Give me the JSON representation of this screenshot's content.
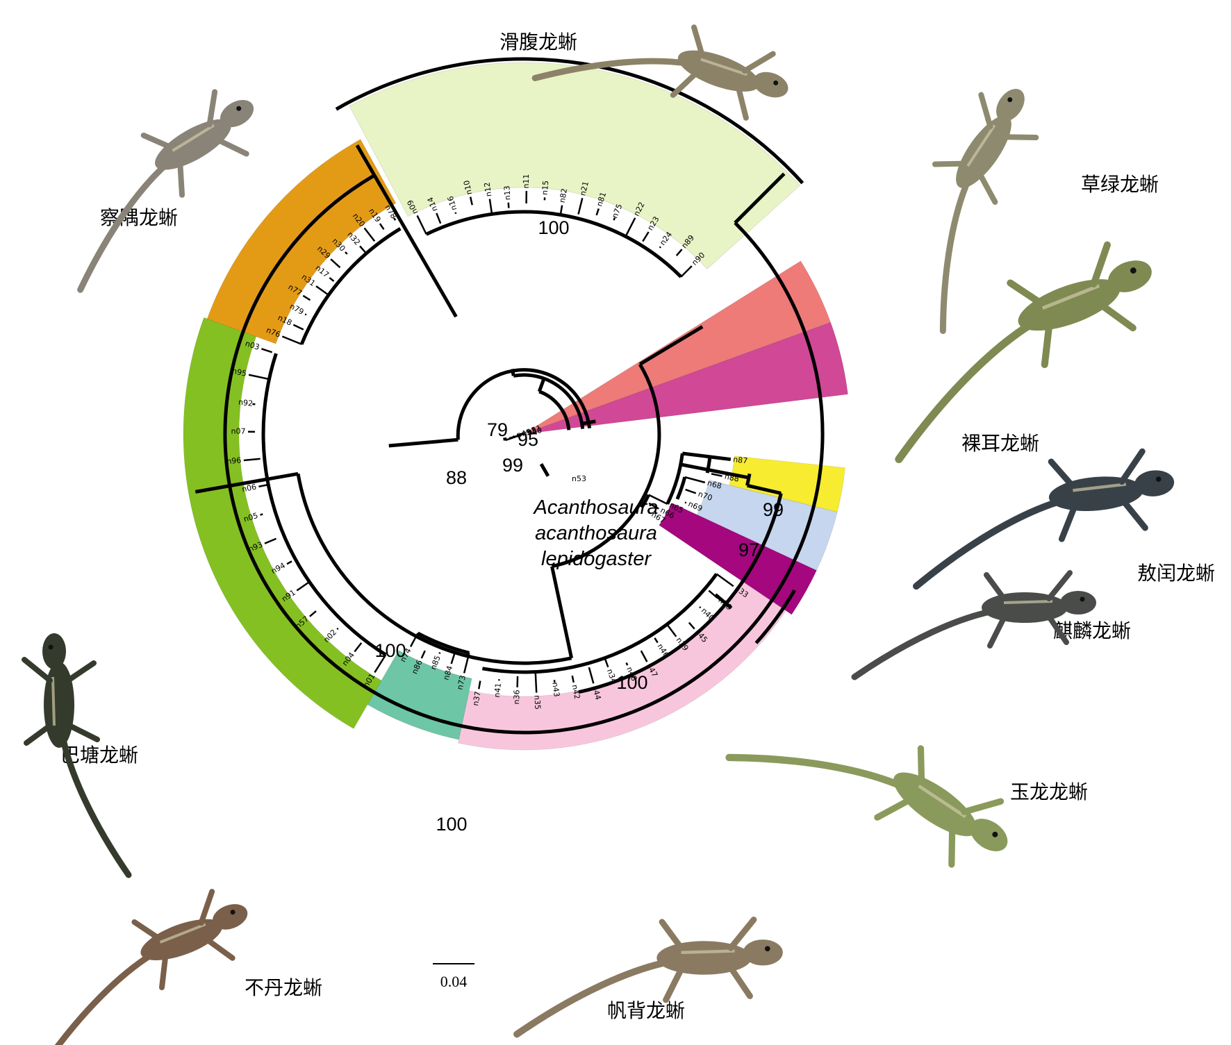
{
  "figure": {
    "outgroup_lines": [
      "Acanthosaura",
      "acanthosaura",
      "lepidogaster"
    ],
    "scale_bar_label": "0.04"
  },
  "clades": [
    {
      "name": "滑腹龙蜥",
      "color": "#e8f3c6",
      "tips": [
        "n09",
        "n14",
        "n16",
        "n10",
        "n12",
        "n13",
        "n11",
        "n15",
        "n82",
        "n21",
        "n81",
        "n75",
        "n22",
        "n23",
        "n24",
        "n89",
        "n90"
      ]
    },
    {
      "name": "草绿龙蜥",
      "color": "#ee7b78",
      "tips": []
    },
    {
      "name": "裸耳龙蜥",
      "color": "#d04896",
      "tips": [
        "n51",
        "n52",
        "n49",
        "n50"
      ]
    },
    {
      "name": "敖闰龙蜥",
      "color": "#f7ec2f",
      "tips": [
        "n87",
        "n88"
      ]
    },
    {
      "name": "麒麟龙蜥",
      "color": "#c6d6ee",
      "tips": [
        "n68",
        "n70",
        "n69"
      ]
    },
    {
      "name": "玉龙龙蜥",
      "color": "#a4077e",
      "tips": [
        "n65",
        "n66",
        "n67"
      ]
    },
    {
      "name": "帆背龙蜥",
      "color": "#f8c6dc",
      "tips": [
        "n33",
        "n38",
        "n40",
        "n45",
        "n39",
        "n46",
        "n47",
        "n48",
        "n34",
        "n44",
        "n42",
        "n43",
        "n35",
        "n36",
        "n41",
        "n37"
      ]
    },
    {
      "name": "不丹龙蜥",
      "color": "#6dc6a6",
      "tips": [
        "n73",
        "n84",
        "n85",
        "n86",
        "n74"
      ]
    },
    {
      "name": "巴塘龙蜥",
      "color": "#84c022",
      "tips": [
        "n01",
        "n04",
        "n02",
        "n57",
        "n91",
        "n94",
        "n93",
        "n05",
        "n06",
        "n96",
        "n07",
        "n92",
        "n95",
        "n03"
      ]
    },
    {
      "name": "察隅龙蜥",
      "color": "#e39b16",
      "tips": [
        "n76",
        "n18",
        "n79",
        "n77",
        "n31",
        "n17",
        "n29",
        "n30",
        "n32",
        "n20",
        "n19",
        "n78"
      ]
    }
  ],
  "extra_tips": [
    "n53"
  ],
  "bootstrap": [
    "100",
    "79",
    "95",
    "99",
    "88",
    "100",
    "100",
    "100",
    "99",
    "97"
  ]
}
